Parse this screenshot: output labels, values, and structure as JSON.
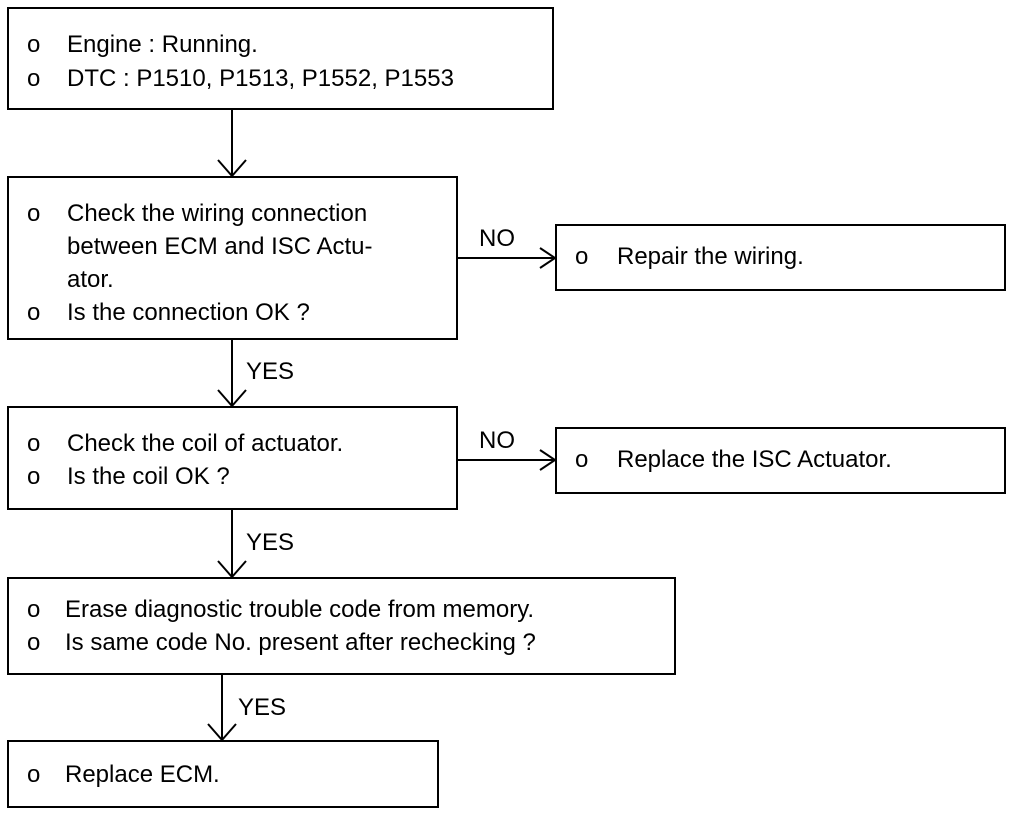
{
  "bullet": "o",
  "boxes": {
    "start": {
      "lines": [
        "Engine : Running.",
        "DTC : P1510, P1513, P1552, P1553"
      ]
    },
    "check_wiring": {
      "lines": [
        "Check the wiring connection",
        "between ECM and ISC Actu-",
        "ator.",
        "Is the connection OK ?"
      ]
    },
    "repair_wiring": {
      "lines": [
        "Repair the wiring."
      ]
    },
    "check_coil": {
      "lines": [
        "Check the coil of actuator.",
        "Is the coil OK ?"
      ]
    },
    "replace_actuator": {
      "lines": [
        "Replace the ISC Actuator."
      ]
    },
    "erase_dtc": {
      "lines": [
        "Erase diagnostic trouble code from memory.",
        "Is same code No. present after rechecking ?"
      ]
    },
    "replace_ecm": {
      "lines": [
        "Replace ECM."
      ]
    }
  },
  "labels": {
    "no_1": "NO",
    "no_2": "NO",
    "yes_1": "YES",
    "yes_2": "YES",
    "yes_3": "YES"
  }
}
